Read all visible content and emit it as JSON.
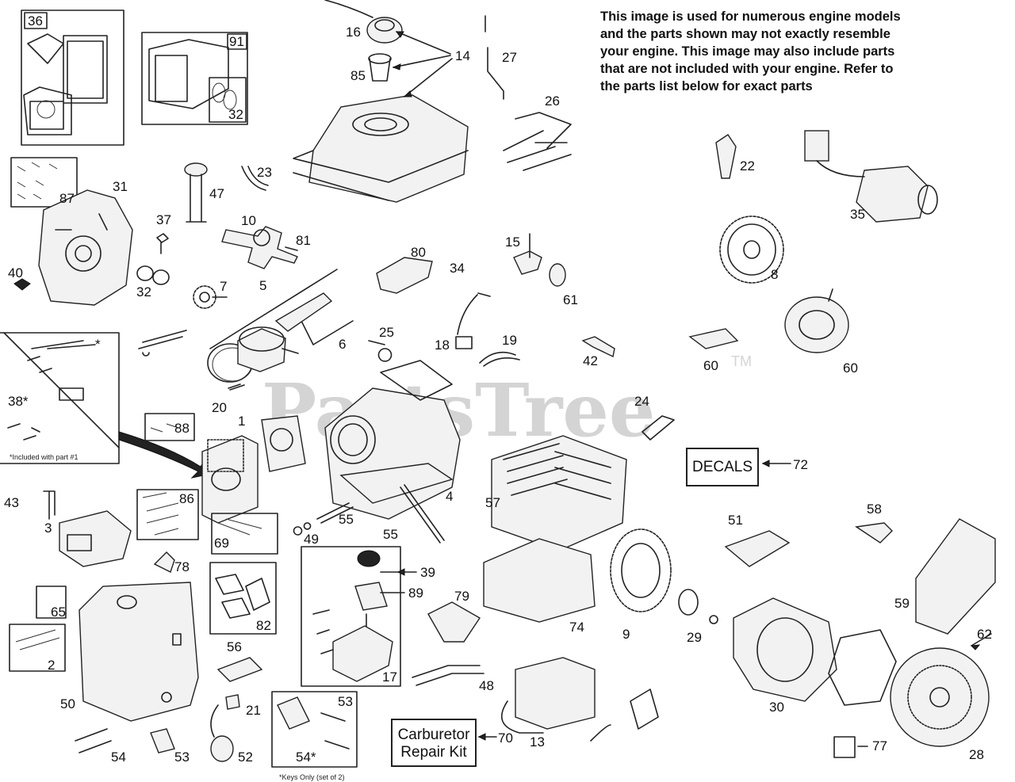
{
  "watermark": {
    "brand": "PartsTree",
    "tm": "TM"
  },
  "note": "This image is used for numerous engine models and the parts shown may not exactly resemble your engine. This image may also include parts that are not included with your engine. Refer to the parts list below for exact parts",
  "footnotes": {
    "included_with_part": "*Included with part #1",
    "keys_only": "*Keys Only (set of 2)"
  },
  "label_boxes": {
    "decals": "DECALS",
    "carburetor_line1": "Carburetor",
    "carburetor_line2": "Repair Kit"
  },
  "callouts": [
    "36",
    "91",
    "32",
    "87",
    "31",
    "40",
    "32",
    "37",
    "47",
    "23",
    "10",
    "81",
    "7",
    "5",
    "6",
    "16",
    "85",
    "14",
    "27",
    "26",
    "80",
    "34",
    "15",
    "61",
    "18",
    "19",
    "25",
    "42",
    "22",
    "35",
    "8",
    "60",
    "60",
    "38*",
    "*",
    "88",
    "20",
    "1",
    "43",
    "3",
    "86",
    "69",
    "78",
    "65",
    "2",
    "50",
    "56",
    "82",
    "49",
    "55",
    "55",
    "4",
    "39",
    "89",
    "17",
    "53",
    "54*",
    "21",
    "52",
    "54",
    "53",
    "57",
    "24",
    "72",
    "79",
    "48",
    "74",
    "9",
    "29",
    "13",
    "70",
    "51",
    "58",
    "59",
    "62",
    "30",
    "77",
    "28"
  ]
}
